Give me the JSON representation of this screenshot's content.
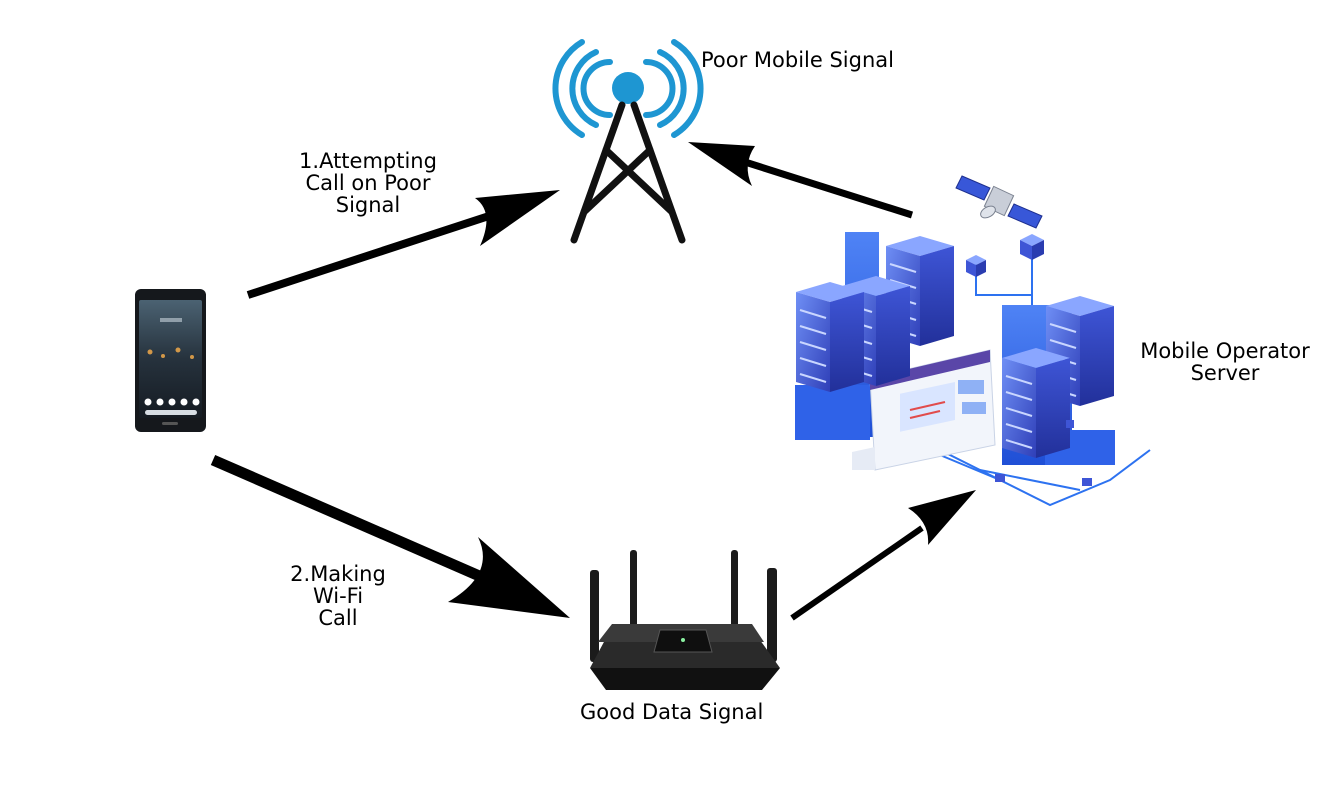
{
  "labels": {
    "tower": "Poor Mobile Signal",
    "step1": [
      "1.Attempting",
      "Call on Poor",
      "Signal"
    ],
    "server": [
      "Mobile Operator",
      "Server"
    ],
    "step2": [
      "2.Making",
      "Wi-Fi",
      "Call"
    ],
    "router": "Good Data Signal"
  },
  "icons": {
    "tower": "cell-tower-icon",
    "phone": "smartphone-icon",
    "router": "wifi-router-icon",
    "server": "server-cluster-icon",
    "satellite": "satellite-icon"
  },
  "colors": {
    "arrow": "#000000",
    "tower_signal": "#1e96d2",
    "server_dark": "#2f3fb8",
    "server_light": "#5b7bf0",
    "server_accent": "#2d72f0"
  }
}
